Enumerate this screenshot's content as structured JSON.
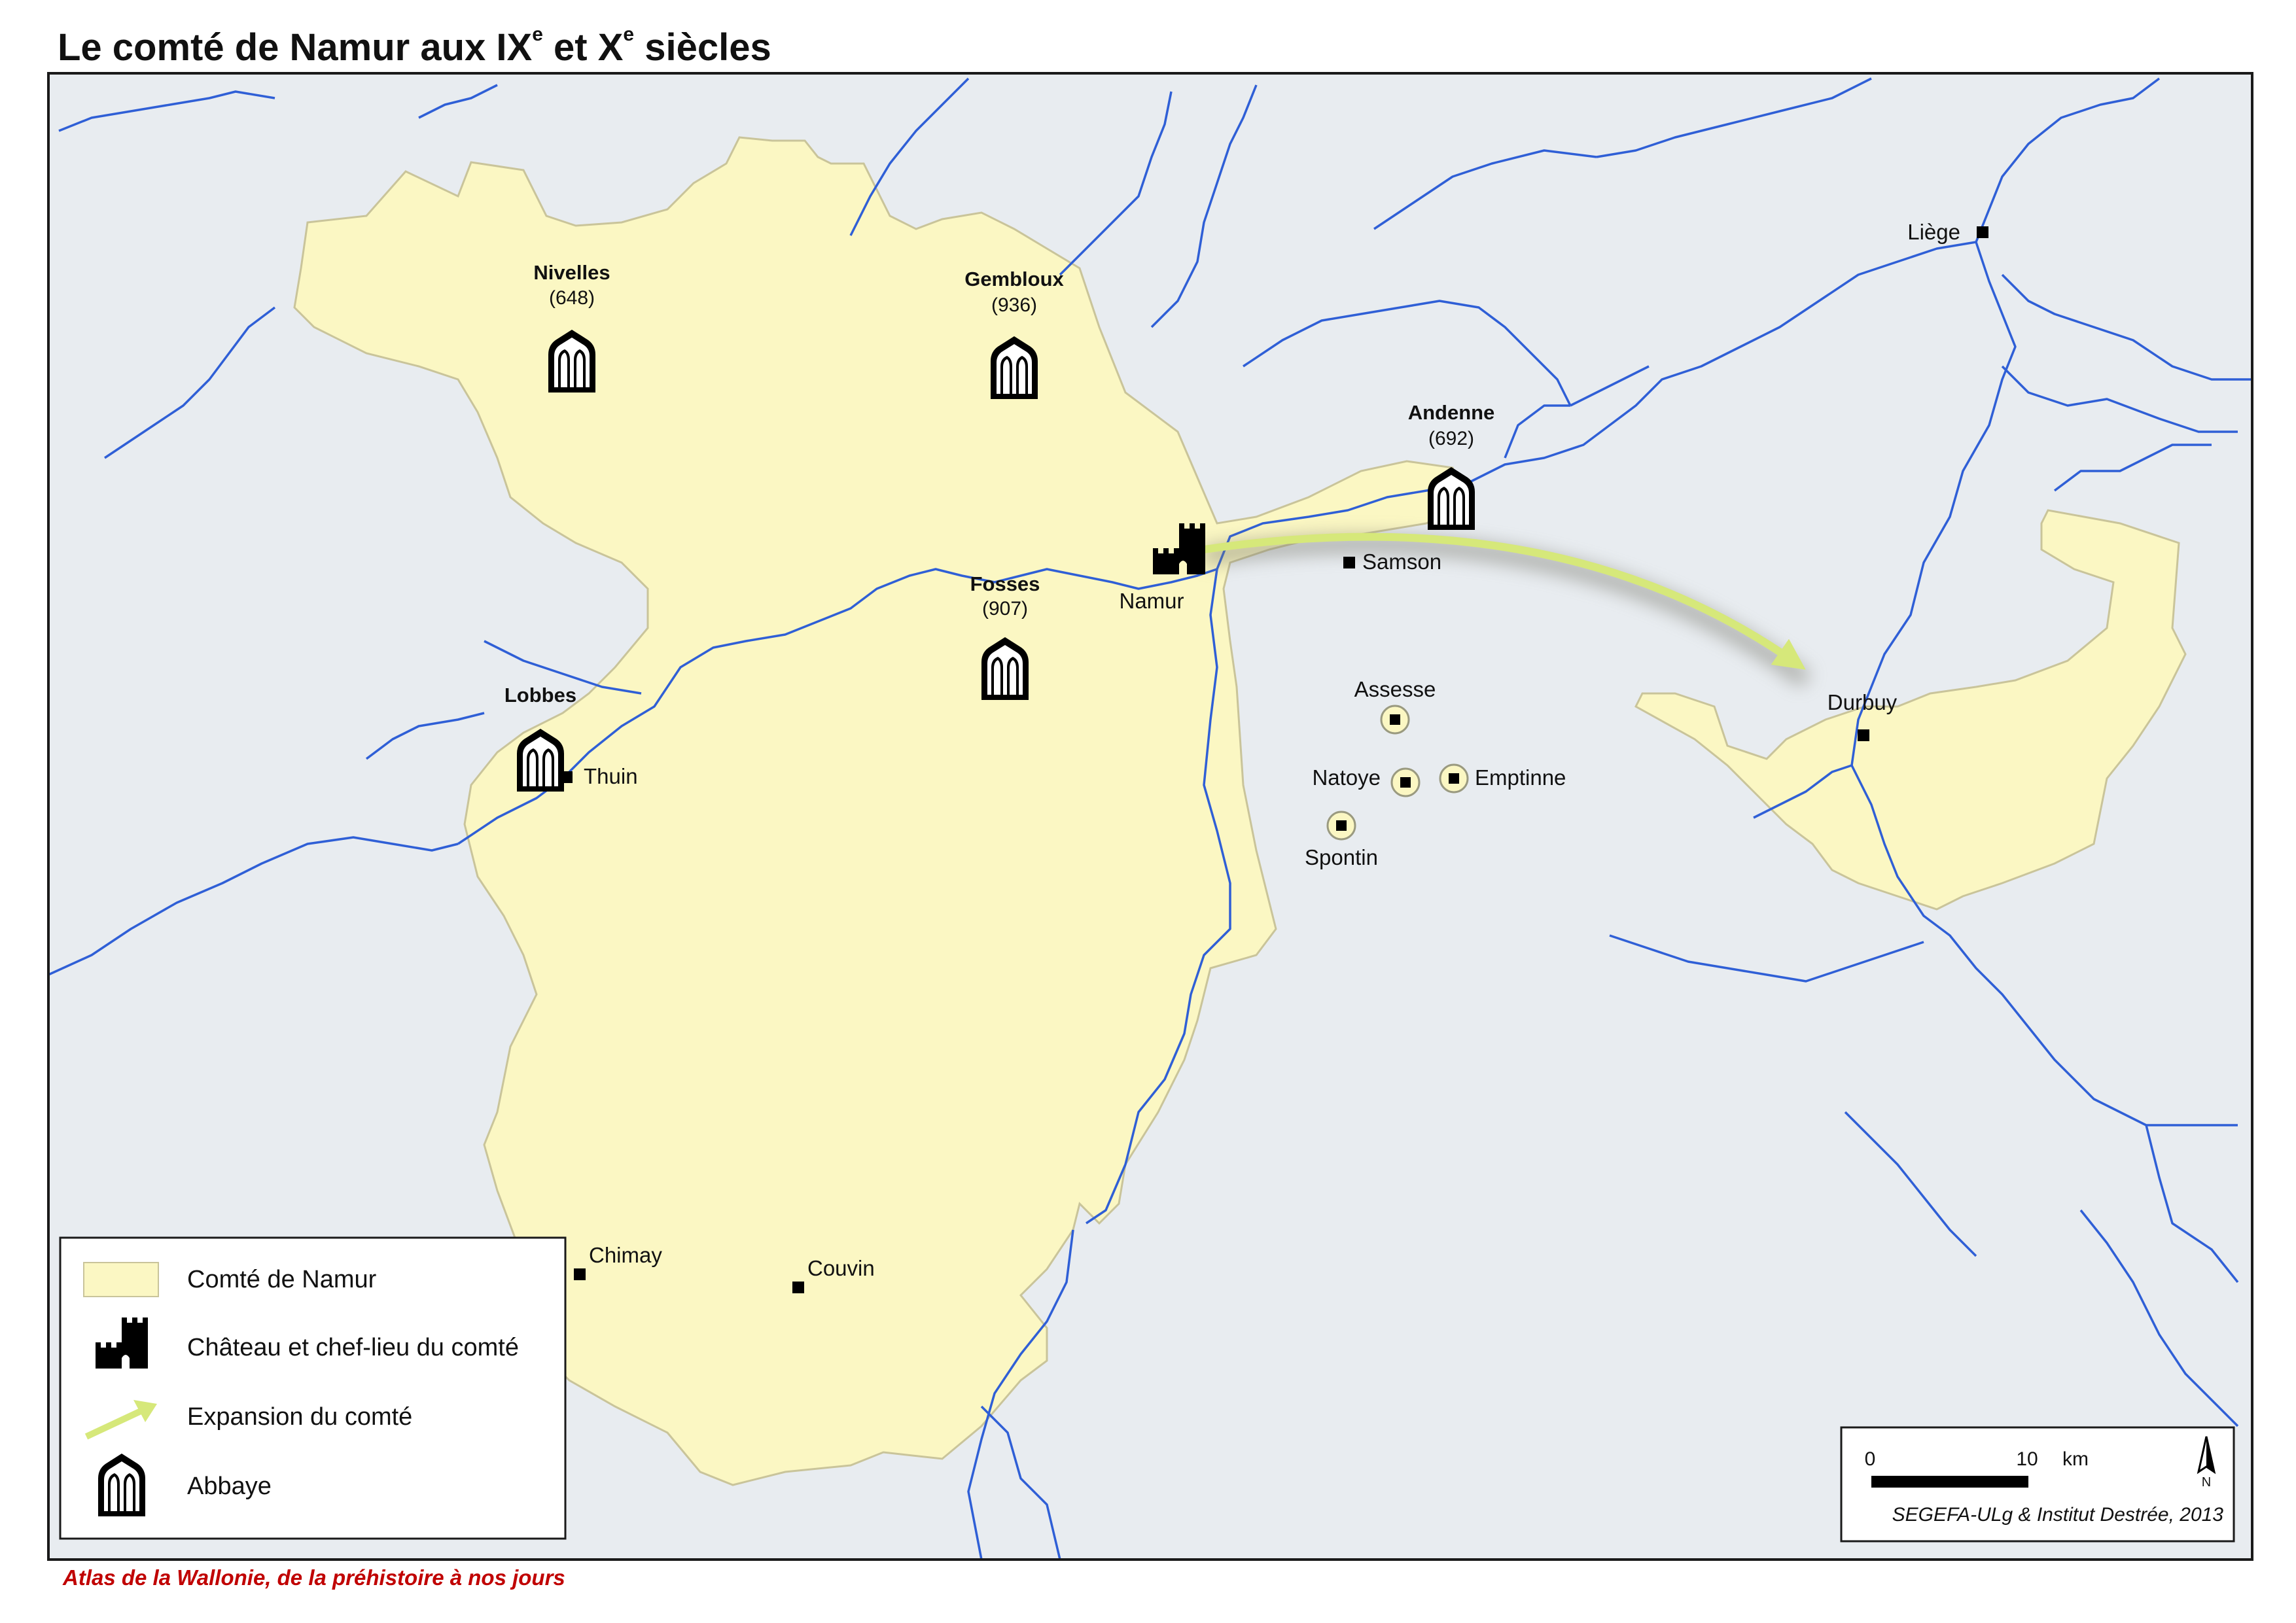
{
  "map": {
    "title_main": "Le comté de Namur aux IX",
    "title_sup1": "e",
    "title_mid": " et X",
    "title_sup2": "e",
    "title_end": " siècles",
    "footer": "Atlas de la Wallonie, de la préhistoire à nos jours",
    "colors": {
      "background": "#e8ecf0",
      "territory": "#fbf7c3",
      "territory_border": "#c9c49a",
      "river": "#2f5fd6",
      "arrow": "#d6e87a",
      "frame": "#1a1a1a"
    }
  },
  "abbeys": [
    {
      "name": "Nivelles",
      "year": "(648)",
      "icon": "abbey-icon"
    },
    {
      "name": "Gembloux",
      "year": "(936)",
      "icon": "abbey-icon"
    },
    {
      "name": "Andenne",
      "year": "(692)",
      "icon": "abbey-icon"
    },
    {
      "name": "Fosses",
      "year": "(907)",
      "icon": "abbey-icon"
    },
    {
      "name": "Lobbes",
      "year": "",
      "icon": "abbey-icon"
    }
  ],
  "places": {
    "namur": "Namur",
    "liege": "Liège",
    "samson": "Samson",
    "thuin": "Thuin",
    "assesse": "Assesse",
    "natoye": "Natoye",
    "emptinne": "Emptinne",
    "spontin": "Spontin",
    "durbuy": "Durbuy",
    "chimay": "Chimay",
    "couvin": "Couvin"
  },
  "legend": {
    "items": [
      {
        "label": "Comté de Namur",
        "icon": "territory-swatch"
      },
      {
        "label": "Château et chef-lieu du comté",
        "icon": "castle-icon"
      },
      {
        "label": "Expansion du comté",
        "icon": "arrow-icon"
      },
      {
        "label": "Abbaye",
        "icon": "abbey-icon"
      }
    ]
  },
  "scale": {
    "zero": "0",
    "ten": "10",
    "unit": "km",
    "north": "N",
    "credit": "SEGEFA-ULg & Institut Destrée, 2013"
  }
}
